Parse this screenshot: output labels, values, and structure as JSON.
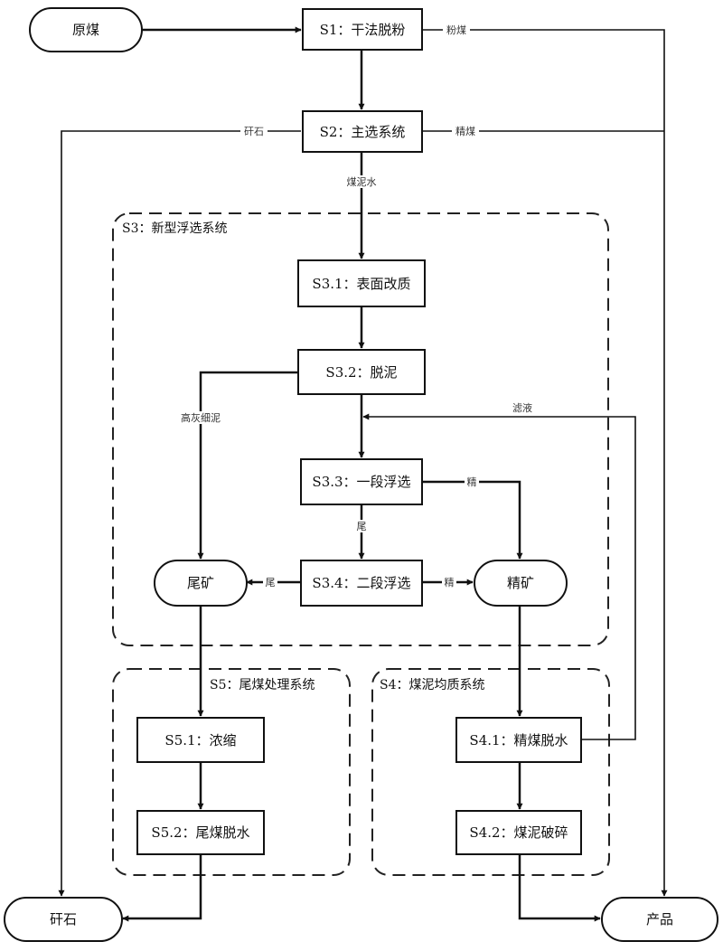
{
  "nodes": {
    "raw_coal": "原煤",
    "s1": "S1：干法脱粉",
    "s2": "S2：主选系统",
    "s3_1": "S3.1：表面改质",
    "s3_2": "S3.2：脱泥",
    "s3_3": "S3.3：一段浮选",
    "s3_4": "S3.4：二段浮选",
    "tailings": "尾矿",
    "concentrate": "精矿",
    "s5_1": "S5.1：浓缩",
    "s5_2": "S5.2：尾煤脱水",
    "s4_1": "S4.1：精煤脱水",
    "s4_2": "S4.2：煤泥破碎",
    "gangue": "矸石",
    "product": "产品"
  },
  "groups": {
    "s3": "S3：新型浮选系统",
    "s5": "S5：尾煤处理系统",
    "s4": "S4：煤泥均质系统"
  },
  "edges": {
    "powder_coal": "粉煤",
    "gangue_out": "矸石",
    "clean_coal": "精煤",
    "slime_water": "煤泥水",
    "high_ash_fine_slime": "高灰细泥",
    "filtrate": "滤液",
    "conc_1": "精",
    "tail_1": "尾",
    "tail_2": "尾",
    "conc_2": "精"
  }
}
